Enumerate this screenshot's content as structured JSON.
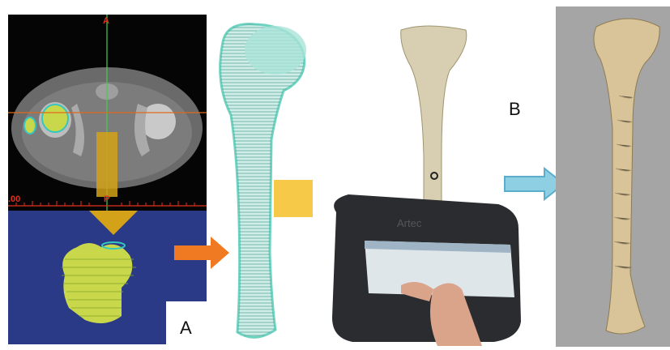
{
  "labels": {
    "ct_top_marker": "A",
    "ct_bottom_marker": "P",
    "ct_scale_text": ".00",
    "panel_a": "A",
    "panel_b": "B",
    "scanner_brand": "Artec"
  },
  "colors": {
    "ct_background": "#050505",
    "segmentation_background": "#2b3a86",
    "bone_segment": "#c8d84a",
    "wireframe": "#6fd3c2",
    "orange_arrow": "#f07a22",
    "blue_arrow": "#8ecfe3",
    "yellow_arrow": "#d4a218",
    "yellow_square": "#f7c948",
    "render_background": "#a5a5a5",
    "bone_render": "#d9c49a"
  },
  "icons": [
    "down-arrow",
    "right-arrow-orange",
    "right-arrow-blue"
  ]
}
